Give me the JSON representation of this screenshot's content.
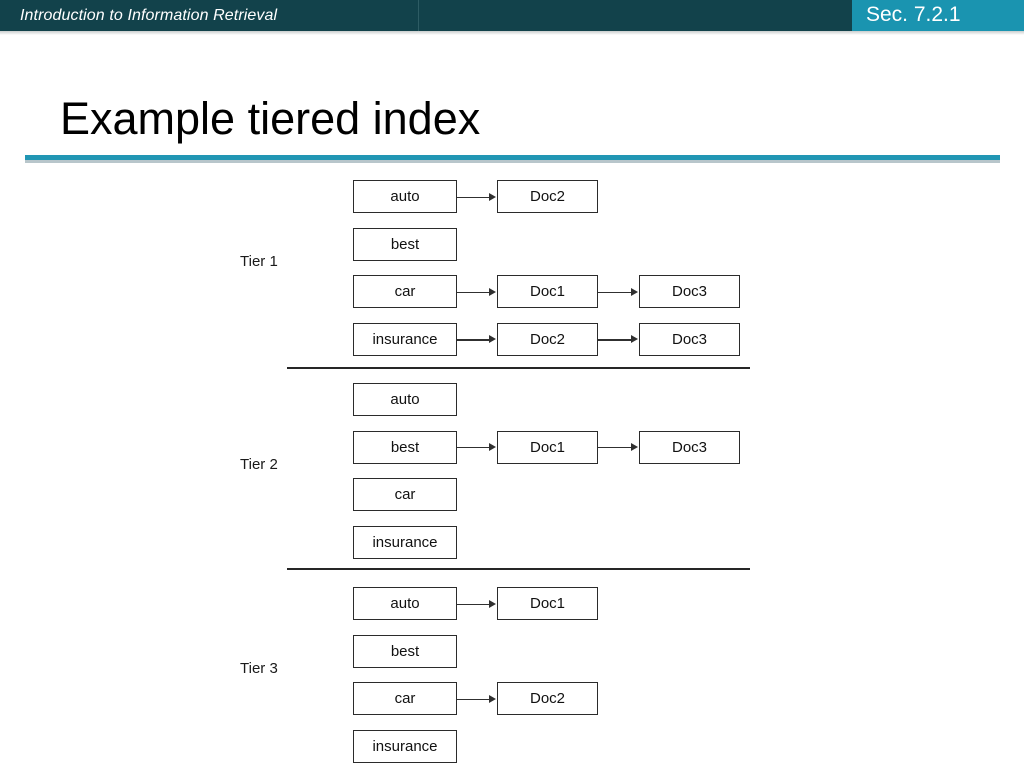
{
  "header": {
    "course_title": "Introduction to Information Retrieval",
    "section_badge": "Sec. 7.2.1",
    "bar_color": "#12424b",
    "badge_color": "#1a94b0"
  },
  "slide": {
    "title": "Example tiered index",
    "rule_color": "#2196b4"
  },
  "diagram": {
    "tiers": [
      {
        "label": "Tier 1",
        "rows": [
          {
            "term": "auto",
            "postings": [
              "Doc2"
            ]
          },
          {
            "term": "best",
            "postings": []
          },
          {
            "term": "car",
            "postings": [
              "Doc1",
              "Doc3"
            ]
          },
          {
            "term": "insurance",
            "postings": [
              "Doc2",
              "Doc3"
            ]
          }
        ]
      },
      {
        "label": "Tier 2",
        "rows": [
          {
            "term": "auto",
            "postings": []
          },
          {
            "term": "best",
            "postings": [
              "Doc1",
              "Doc3"
            ]
          },
          {
            "term": "car",
            "postings": []
          },
          {
            "term": "insurance",
            "postings": []
          }
        ]
      },
      {
        "label": "Tier 3",
        "rows": [
          {
            "term": "auto",
            "postings": [
              "Doc1"
            ]
          },
          {
            "term": "best",
            "postings": []
          },
          {
            "term": "car",
            "postings": [
              "Doc2"
            ]
          },
          {
            "term": "insurance",
            "postings": []
          }
        ]
      }
    ]
  }
}
